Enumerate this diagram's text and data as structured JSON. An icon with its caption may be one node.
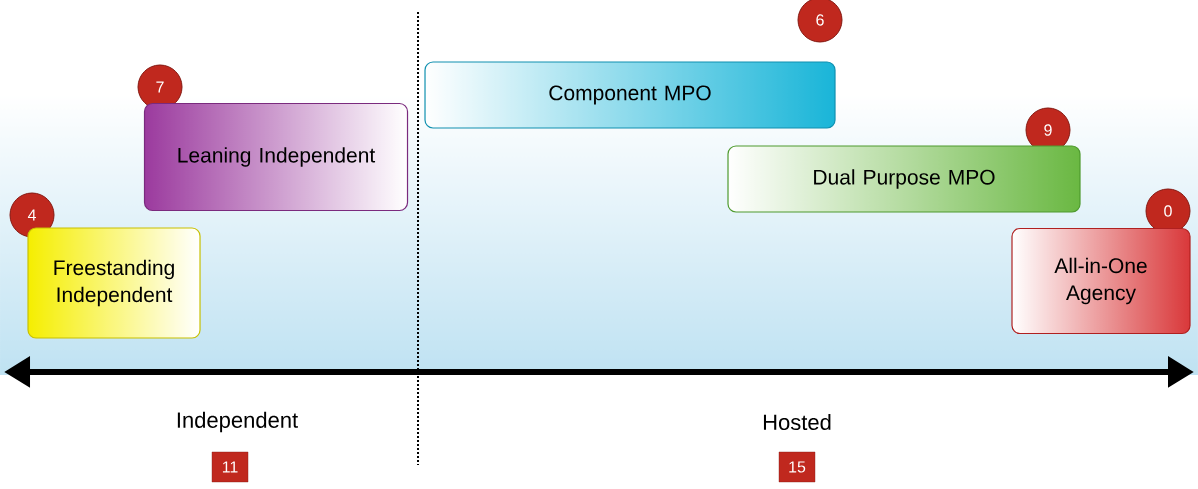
{
  "diagram": {
    "nodes": [
      {
        "text": [
          "6"
        ]
      },
      {
        "text": [
          "Component MPO"
        ]
      },
      {
        "text": [
          "7"
        ]
      },
      {
        "text": [
          "Leaning Independent"
        ]
      },
      {
        "text": [
          "9"
        ]
      },
      {
        "text": [
          "Dual Purpose MPO"
        ]
      },
      {
        "text": [
          "4"
        ]
      },
      {
        "text": [
          "Freestanding Independent"
        ]
      },
      {
        "text": [
          "0"
        ]
      },
      {
        "text": [
          "All-in-One Agency"
        ]
      },
      {
        "text": [
          "11"
        ]
      },
      {
        "text": [
          "15"
        ]
      }
    ],
    "labels": [
      "Independent",
      "Hosted"
    ]
  }
}
